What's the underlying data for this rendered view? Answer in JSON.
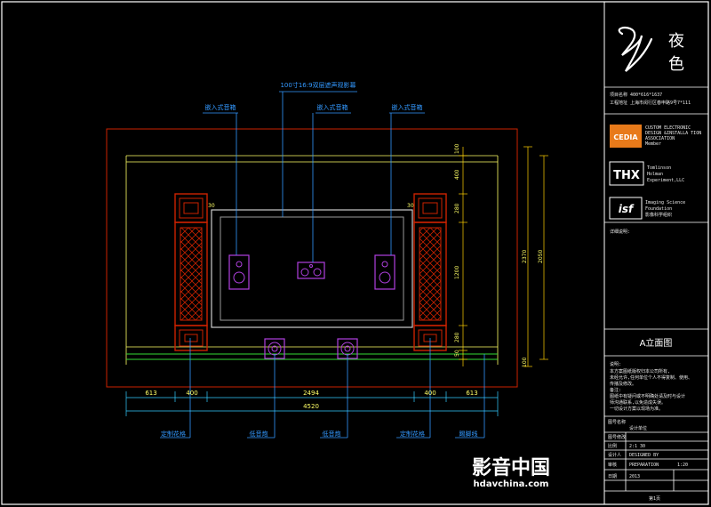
{
  "title_block": {
    "brand_mark": "夜色",
    "client_line1": "项目名称 400*616*1637",
    "client_line2": "工程地址 上海市闵行区春申路9号7*111",
    "cedia_label": "CEDIA",
    "cedia_text": [
      "CUSTOM ELECTRONIC",
      "DESIGN &INSTALLA TION",
      "ASSOCIATION",
      "Member"
    ],
    "thx_label": "THX",
    "thx_text": [
      "Tomlinson",
      "Holman",
      "Experiment,LLC"
    ],
    "isf_label": "isf",
    "isf_text": [
      "Imaging Science",
      "Foundation",
      "影像科学组织"
    ],
    "detail_label": "详细说明:",
    "drawing_name": "A立面图",
    "notes_title": "说明:",
    "notes": [
      "本方案图纸版权归本公司所有,",
      "未经允许,任何单位个人不得复制、使用、",
      "传播及修改。",
      "备注:",
      "图纸中有疑问或不明确处请及时与设计",
      "师沟通联系,以免造成失误。",
      "一切设计方案以现场为准。"
    ],
    "rows": [
      {
        "label": "图号名称",
        "value": ""
      },
      {
        "label": "",
        "value": "设计单位"
      },
      {
        "label": "图号修改",
        "value": ""
      },
      {
        "label": "比例",
        "value": "2:1 30"
      },
      {
        "label": "设计人",
        "value": "DESIGNED BY"
      },
      {
        "label": "审核",
        "value": "PREPARATION",
        "extra": "1:20"
      },
      {
        "label": "日期",
        "value": "2013"
      }
    ],
    "page": "第1页"
  },
  "elevation": {
    "screen_label": "100寸16:9双层遮声观影幕",
    "speaker_labels": [
      "嵌入式音箱",
      "嵌入式音箱",
      "嵌入式音箱"
    ],
    "bottom_labels": [
      "定制花格",
      "低音炮",
      "低音炮",
      "定制花格",
      "踢脚线"
    ],
    "horizontal_dims": [
      "613",
      "400",
      "2494",
      "400",
      "613"
    ],
    "total_width": "4520",
    "right_dims": [
      "100",
      "400",
      "280",
      "1200",
      "280",
      "50",
      "100"
    ],
    "overall_dims": [
      "2370",
      "2050"
    ],
    "small_marks": [
      "30",
      "30"
    ]
  },
  "watermark": {
    "text": "影音中国",
    "url": "hdavchina.com"
  },
  "colors": {
    "background": "#000000",
    "frame": "#ffffff",
    "wall": "#cc2200",
    "panel": "#ffff66",
    "screen": "#9a9a9a",
    "speaker": "#b040e0",
    "dimension": "#33ccff",
    "label": "#3399ff",
    "baseboard": "#33dd33",
    "dim_vertical": "#ffd000"
  }
}
